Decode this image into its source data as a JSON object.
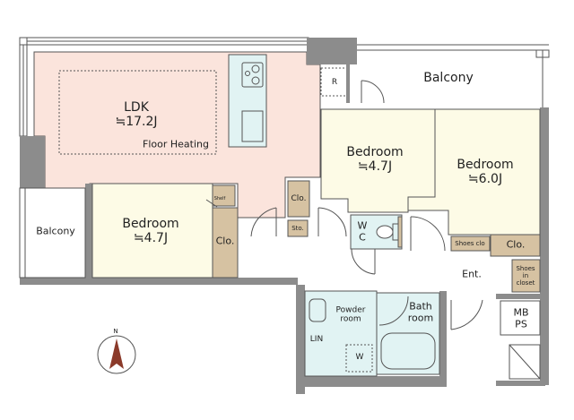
{
  "rooms": {
    "ldk": {
      "name": "LDK",
      "size": "≒17.2J",
      "note": "Floor Heating"
    },
    "bedroom_left": {
      "name": "Bedroom",
      "size": "≒4.7J"
    },
    "bedroom_center": {
      "name": "Bedroom",
      "size": "≒4.7J"
    },
    "bedroom_right": {
      "name": "Bedroom",
      "size": "≒6.0J"
    },
    "balcony_top": {
      "name": "Balcony"
    },
    "balcony_left": {
      "name": "Balcony"
    },
    "refrigerator": {
      "name": "R"
    },
    "closet_left": {
      "name": "Clo."
    },
    "shelf": {
      "name": "Shelf"
    },
    "closet_center": {
      "name": "Clo."
    },
    "storage": {
      "name": "Sto."
    },
    "wc": {
      "name_line1": "W",
      "name_line2": "C"
    },
    "shoes_clo": {
      "name": "Shoes clo"
    },
    "closet_right": {
      "name": "Clo."
    },
    "shoes_in_closet": {
      "line1": "Shoes",
      "line2": "in",
      "line3": "closet"
    },
    "entrance": {
      "name": "Ent."
    },
    "powder_room": {
      "line1": "Powder",
      "line2": "room"
    },
    "bath_room": {
      "line1": "Bath",
      "line2": "room"
    },
    "linen": {
      "name": "LIN"
    },
    "washer": {
      "name": "W"
    },
    "mb_ps": {
      "line1": "MB",
      "line2": "PS"
    }
  },
  "compass": {
    "label": "N"
  },
  "colors": {
    "wall": "#8c8c8c",
    "ldk": "#fbe4dc",
    "bedroom": "#fdfbe6",
    "wet": "#e1f3f3",
    "closet": "#d6c2a2"
  }
}
